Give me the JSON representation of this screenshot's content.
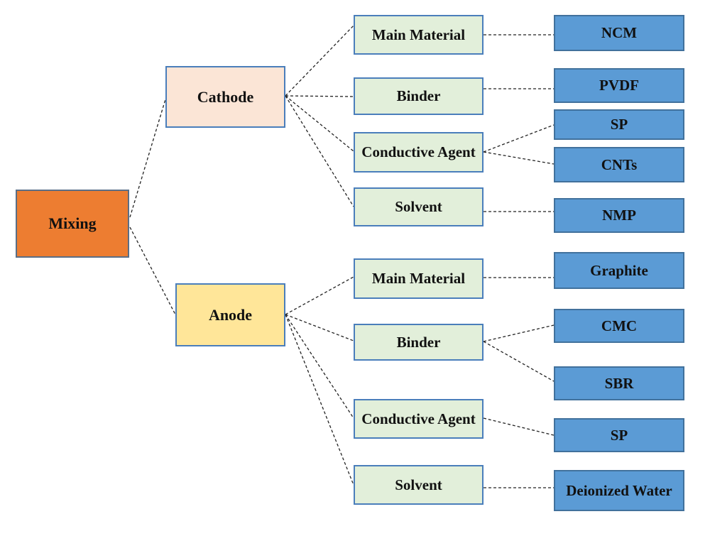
{
  "root": "Mixing",
  "cathode": {
    "label": "Cathode",
    "components": [
      {
        "label": "Main Material",
        "materials": [
          "NCM"
        ]
      },
      {
        "label": "Binder",
        "materials": [
          "PVDF"
        ]
      },
      {
        "label": "Conductive Agent",
        "materials": [
          "SP",
          "CNTs"
        ]
      },
      {
        "label": "Solvent",
        "materials": [
          "NMP"
        ]
      }
    ]
  },
  "anode": {
    "label": "Anode",
    "components": [
      {
        "label": "Main Material",
        "materials": [
          "Graphite"
        ]
      },
      {
        "label": "Binder",
        "materials": [
          "CMC",
          "SBR"
        ]
      },
      {
        "label": "Conductive Agent",
        "materials": [
          "SP"
        ]
      },
      {
        "label": "Solvent",
        "materials": [
          "Deionized Water"
        ]
      }
    ]
  },
  "colors": {
    "root_fill": "#ED7D31",
    "cathode_fill": "#FBE5D6",
    "anode_fill": "#FFE699",
    "component_fill": "#E2EFDA",
    "material_fill": "#5B9BD5",
    "border": "#4A7EBB"
  }
}
